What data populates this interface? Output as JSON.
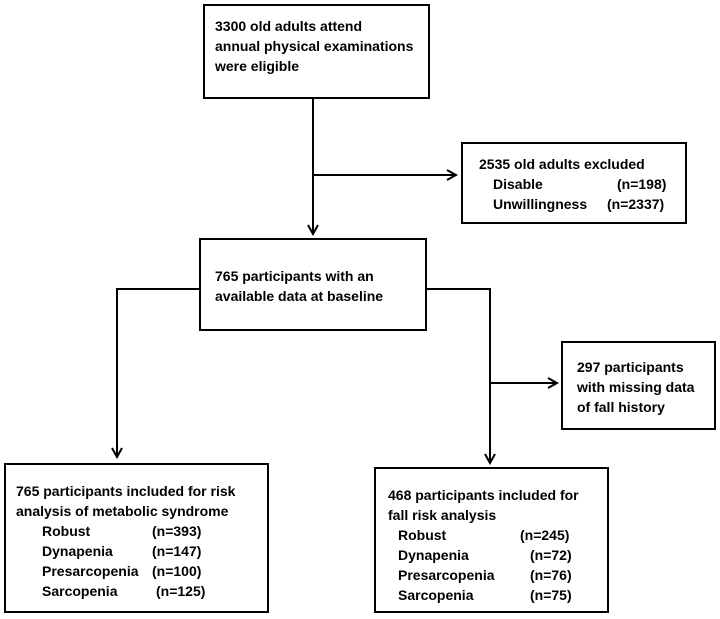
{
  "eligible": {
    "text": "3300 old adults attend\nannual physical examinations\nwere eligible"
  },
  "excluded": {
    "title": "2535 old adults excluded",
    "items": [
      {
        "label": "Disable",
        "count": "(n=198)"
      },
      {
        "label": "Unwillingness",
        "count": "(n=2337)"
      }
    ]
  },
  "baseline": {
    "text": "765 participants with an\navailable data at baseline"
  },
  "missing": {
    "text": "297 participants\nwith missing data\nof fall history"
  },
  "metabolic": {
    "title": "765 participants included for risk\nanalysis of metabolic syndrome",
    "items": [
      {
        "label": "Robust",
        "count": "(n=393)"
      },
      {
        "label": "Dynapenia",
        "count": "(n=147)"
      },
      {
        "label": "Presarcopenia",
        "count": "(n=100)"
      },
      {
        "label": "Sarcopenia",
        "count": "(n=125)"
      }
    ]
  },
  "fall": {
    "title": "468 participants included for\nfall risk analysis",
    "items": [
      {
        "label": "Robust",
        "count": "(n=245)"
      },
      {
        "label": "Dynapenia",
        "count": "(n=72)"
      },
      {
        "label": "Presarcopenia",
        "count": "(n=76)"
      },
      {
        "label": "Sarcopenia",
        "count": "(n=75)"
      }
    ]
  }
}
